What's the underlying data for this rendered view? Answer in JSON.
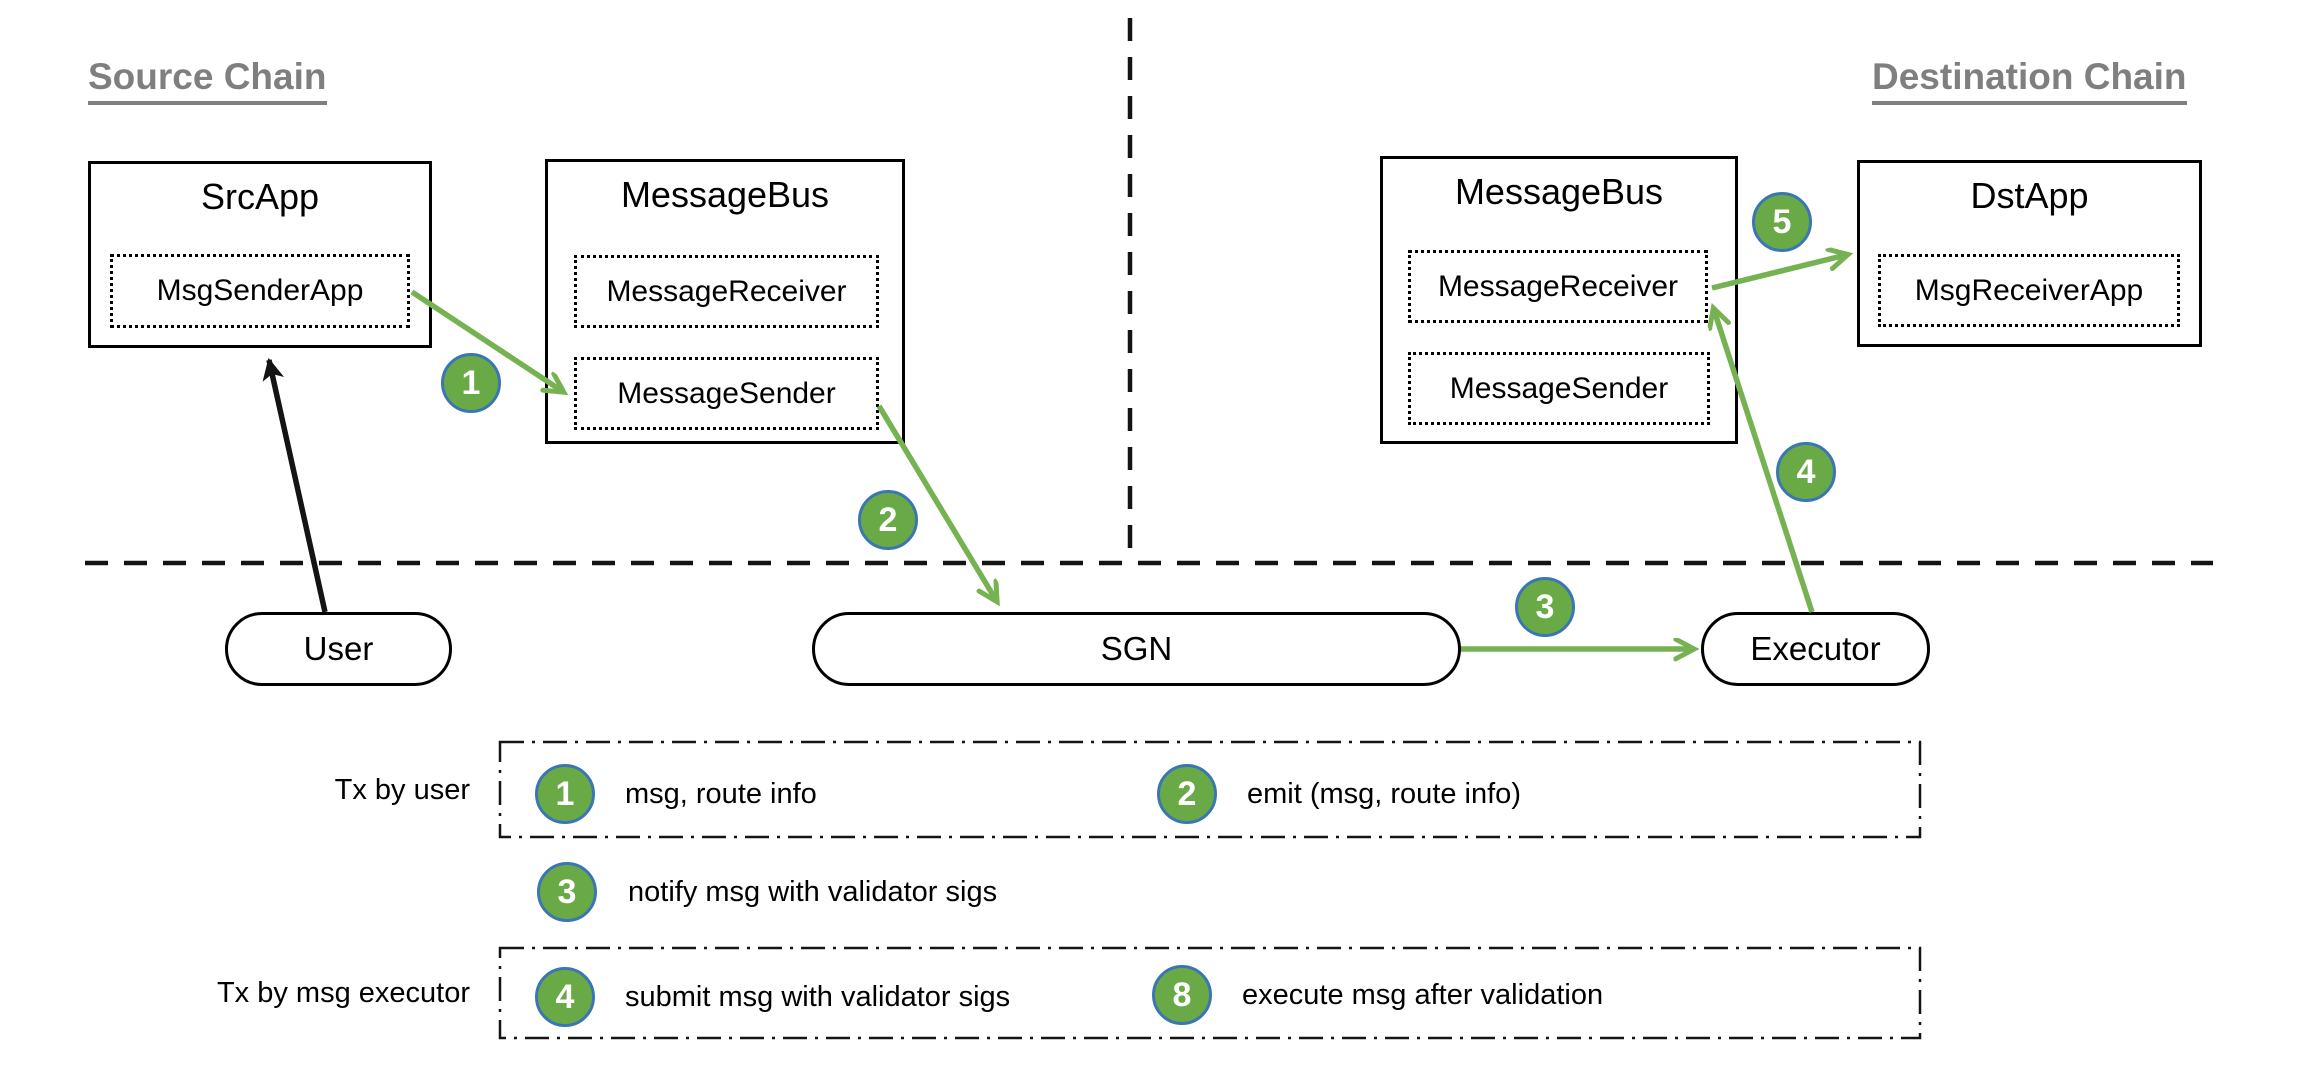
{
  "headings": {
    "source": "Source Chain",
    "destination": "Destination Chain"
  },
  "boxes": {
    "src_app": {
      "title": "SrcApp",
      "inner": "MsgSenderApp"
    },
    "message_bus_src": {
      "title": "MessageBus",
      "receiver": "MessageReceiver",
      "sender": "MessageSender"
    },
    "message_bus_dst": {
      "title": "MessageBus",
      "receiver": "MessageReceiver",
      "sender": "MessageSender"
    },
    "dst_app": {
      "title": "DstApp",
      "inner": "MsgReceiverApp"
    }
  },
  "pills": {
    "user": "User",
    "sgn": "SGN",
    "executor": "Executor"
  },
  "step_badges": {
    "s1": "1",
    "s2": "2",
    "s3": "3",
    "s4": "4",
    "s5": "5"
  },
  "legend": {
    "row_user": {
      "label": "Tx by user",
      "items": [
        {
          "num": "1",
          "text": "msg, route info"
        },
        {
          "num": "2",
          "text": "emit (msg, route info)"
        }
      ]
    },
    "row_notify": {
      "num": "3",
      "text": "notify msg with validator sigs"
    },
    "row_executor": {
      "label": "Tx by msg executor",
      "items": [
        {
          "num": "4",
          "text": "submit msg with validator sigs"
        },
        {
          "num": "8",
          "text": "execute msg after validation"
        }
      ]
    }
  },
  "colors": {
    "badge_green": "#6aaa46",
    "badge_border_blue": "#3a76b4",
    "arrow_green": "#76b252",
    "heading_gray": "#7f7f7f",
    "line_black": "#141414"
  }
}
